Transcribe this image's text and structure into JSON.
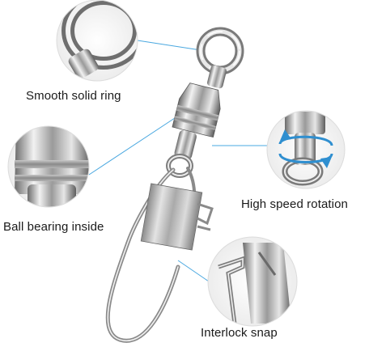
{
  "callouts": {
    "ring": "Smooth solid ring",
    "bearing": "Ball bearing inside",
    "rotation": "High speed rotation",
    "snap": "Interlock snap"
  },
  "colors": {
    "leader_line": "#4aa8e0",
    "rotation_arrow": "#2f8fd0",
    "label_text": "#1a1a1a",
    "metal_light": "#f4f4f4",
    "metal_dark": "#5a5a5a"
  },
  "icons": {
    "rotation": "circular-arrow-icon"
  }
}
